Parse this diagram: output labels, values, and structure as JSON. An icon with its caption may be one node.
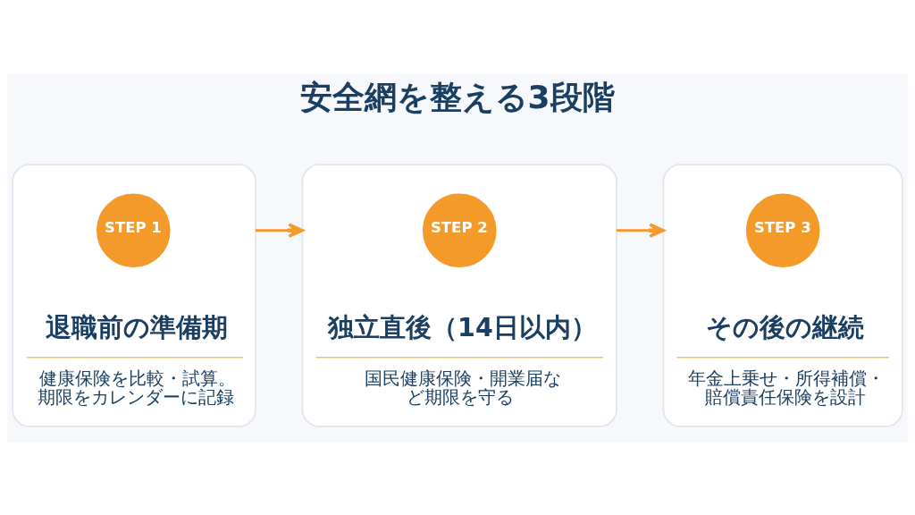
{
  "diagram": {
    "title": "安全網を整える3段階",
    "nodes": [
      {
        "text": [
          "退職前の準備期",
          "健康保険を比較・試算。期限をカレンダーに記録"
        ]
      },
      {
        "text": [
          "STEP 1"
        ],
        "in": 0
      },
      {
        "text": [
          "独立直後（14日以内）",
          "国民健康保険・開業届など期限を守る"
        ]
      },
      {
        "text": [
          "STEP 2"
        ],
        "in": 2
      },
      {
        "text": [
          "その後の継続",
          "年金上乗せ・所得補償・賠償責任保険を設計"
        ]
      },
      {
        "text": [
          "STEP 3"
        ],
        "in": 4
      }
    ],
    "edges": [
      {
        "from": 0,
        "to": 2,
        "arrow": "to"
      },
      {
        "from": 2,
        "to": 4,
        "arrow": "to"
      }
    ]
  }
}
